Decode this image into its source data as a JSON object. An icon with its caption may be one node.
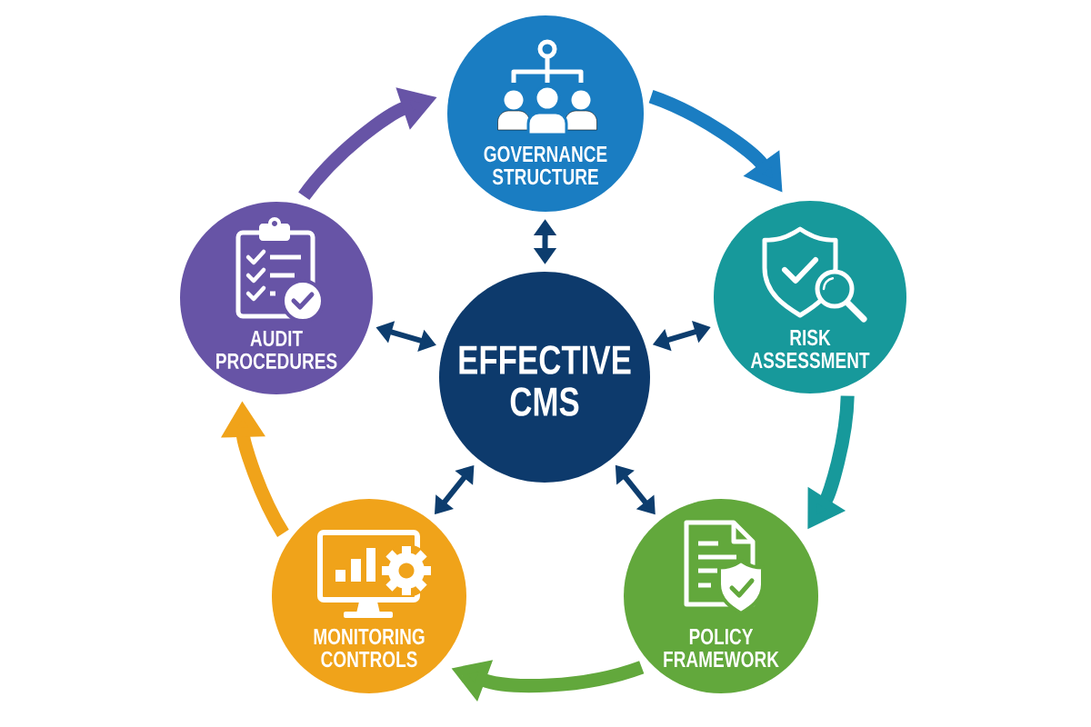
{
  "diagram": {
    "nodes": [
      {
        "text": [
          "GOVERNANCE STRUCTURE"
        ]
      },
      {
        "text": [
          "AUDIT PROCEDURES"
        ]
      },
      {
        "text": [
          "EFFECTIVE CMS"
        ]
      },
      {
        "text": [
          "RISK ASSESSMENT"
        ]
      },
      {
        "text": [
          "MONITORING CONTROLS"
        ]
      },
      {
        "text": [
          "POLICY FRAMEWORK"
        ]
      }
    ],
    "edges": [
      {
        "from": 0,
        "to": 3,
        "arrow": "to",
        "style": "thick",
        "color": "#1a7dc2"
      },
      {
        "from": 3,
        "to": 5,
        "arrow": "to",
        "style": "thick",
        "color": "#17999b"
      },
      {
        "from": 5,
        "to": 4,
        "arrow": "to",
        "style": "thick",
        "color": "#62a83c"
      },
      {
        "from": 4,
        "to": 1,
        "arrow": "to",
        "style": "thick",
        "color": "#f0a31a"
      },
      {
        "from": 1,
        "to": 0,
        "arrow": "to",
        "style": "thick",
        "color": "#6754a6"
      },
      {
        "from": 2,
        "to": 0,
        "arrow": "both"
      },
      {
        "from": 2,
        "to": 1,
        "arrow": "both"
      },
      {
        "from": 2,
        "to": 3,
        "arrow": "both"
      },
      {
        "from": 2,
        "to": 4,
        "arrow": "both"
      },
      {
        "from": 2,
        "to": 5,
        "arrow": "both"
      }
    ]
  }
}
